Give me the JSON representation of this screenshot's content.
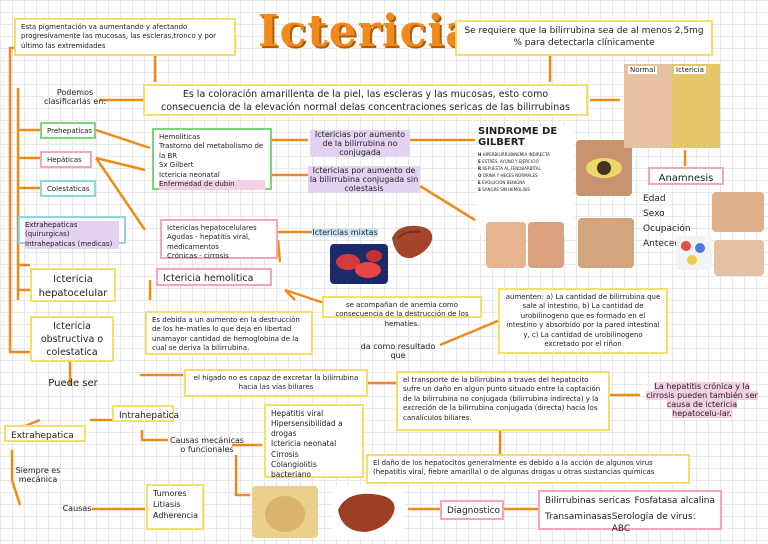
{
  "title": "Ictericia",
  "top_left_note": "Esta pigmentación va aumentando y afectando progresivamente las mucosas, las escleras,tronco y por último las extremidades",
  "top_right_note": "Se requiere que la bilirrubina sea de al menos 2,5mg % para detectarla clínicamente",
  "definition": "Es la coloración amarillenta de la piel, las escleras y las mucosas, esto como consecuencia de la elevación normal delas concentraciones sericas de las bilirrubinas",
  "classify_label": "Podemos clasificarlas en:",
  "classes": {
    "prehepaticas": "Prehepaticas",
    "hepaticas": "Hepáticas",
    "colestaticas": "Colestaticas",
    "colestaticas_sub1": "Extrahepaticas (quirurgicas)",
    "colestaticas_sub2": "Intrahepaticas (medicas)"
  },
  "prehepatic_causes": [
    "Hemoliticas",
    "Trastorno del metabolismo de la BR",
    "Sx Gilbert",
    "Ictericia neonatal",
    "Enfermedad de dubin"
  ],
  "hepatic_causes": [
    "Ictericias hepatocelulares",
    "Agudas - hepatitis viral, medicamentos",
    "Crónicas - cirrosis"
  ],
  "unconjugated": "Ictericias por aumento de la bilirrubina no conjugada",
  "conjugated": "Ictericias por aumento de la bilirrubina conjugada sin colestasis",
  "mixed": "Ictericias mixtas",
  "gilbert": {
    "title": "SINDROME DE GILBERT",
    "letters": [
      "H",
      "E",
      "R",
      "O",
      "E",
      "S"
    ],
    "lines": [
      "HIPERBILIRRUBINEMIA INDIRECTA",
      "ESTRÉS, AYUNO Y EJERCICIO",
      "REPUESTA AL FENOBARBITAL",
      "ORINA Y HECES NORMALES",
      "EVOLUCIÓN BENIGNA",
      "SANGRE SIN HEMÓLISIS"
    ]
  },
  "face_labels": {
    "normal": "Normal",
    "ictericia": "Ictericia"
  },
  "anamnesis": {
    "title": "Anamnesis",
    "items": [
      "Edad",
      "Sexo",
      "Ocupación",
      "Antecedentes"
    ]
  },
  "hemolitica": {
    "title": "Ictericia hemolitica",
    "desc": "Es debida a un aumento en la destrucción de los he-matíes lo que deja en libertad unamayor cantidad de hemoglobina de la cual se deriva la bilirrubina.",
    "anemia": "se acompañan de anemia como consecuencia de la destrucción de los hematíes.",
    "result_label": "da como resultado que",
    "result": "aumenten: a) La cantidad de bilirrubina que sale al intestino, b) La cantidad de urobilinogeno que es formado en el intestino y absorbido por la pared intestinal y, c) La cantidad de urobilinogeno excretado por el riñon"
  },
  "hepatocelular": {
    "title": "Ictericia hepatocelular",
    "liver_note": "el hígado no es capaz de excretar la bilirrubina hacia las vías biliares",
    "transport": "el transporte de la bilirrubina a traves del hepatocito sufre un daño en algun punto situado entre la captación de la bilirrubina no conjugada (bilirrubina indirecta) y la excreción de la bilirrubina conjugada (directa) hacia los canalículos biliares.",
    "chronic": "La hepatitis crónica y la cirrosis pueden también ser causa de ictericia hepatocelu-lar.",
    "damage": "El daño de los hepatocitos generalmente es debido a la acción de algunos virus (hepatitis viral, fiebre amarilla) o de algunas drogas u otras sustancias químicas"
  },
  "obstructiva": {
    "title": "Ictericia obstructiva o colestatica",
    "can_be": "Puede ser",
    "extra": "Extrahepatica",
    "intra": "Intrahepatica",
    "always_mech": "Siempre es mecánica",
    "causes_label": "Causas",
    "extra_causes": [
      "Tumores",
      "Litiasis",
      "Adherencia"
    ],
    "intra_causes_label": "Causas mecánicas o funcionales",
    "intra_causes": [
      "Hepatitis viral",
      "Hipersensibilidad a drogas",
      "Ictericia neonatal",
      "Cirrosis",
      "Colangiolitis bacteriano"
    ]
  },
  "diagnostico": {
    "title": "Diagnostico",
    "col1": [
      "Bilirrubinas sericas",
      "Transaminasas"
    ],
    "col2": [
      "Fosfatasa alcalina",
      "Serología de virus: ABC"
    ]
  },
  "colors": {
    "accent": "#f08a1d",
    "yellow": "#f5df6a",
    "green": "#7cd47c",
    "pink": "#f4a6b9",
    "cyan": "#8fd5e0"
  }
}
